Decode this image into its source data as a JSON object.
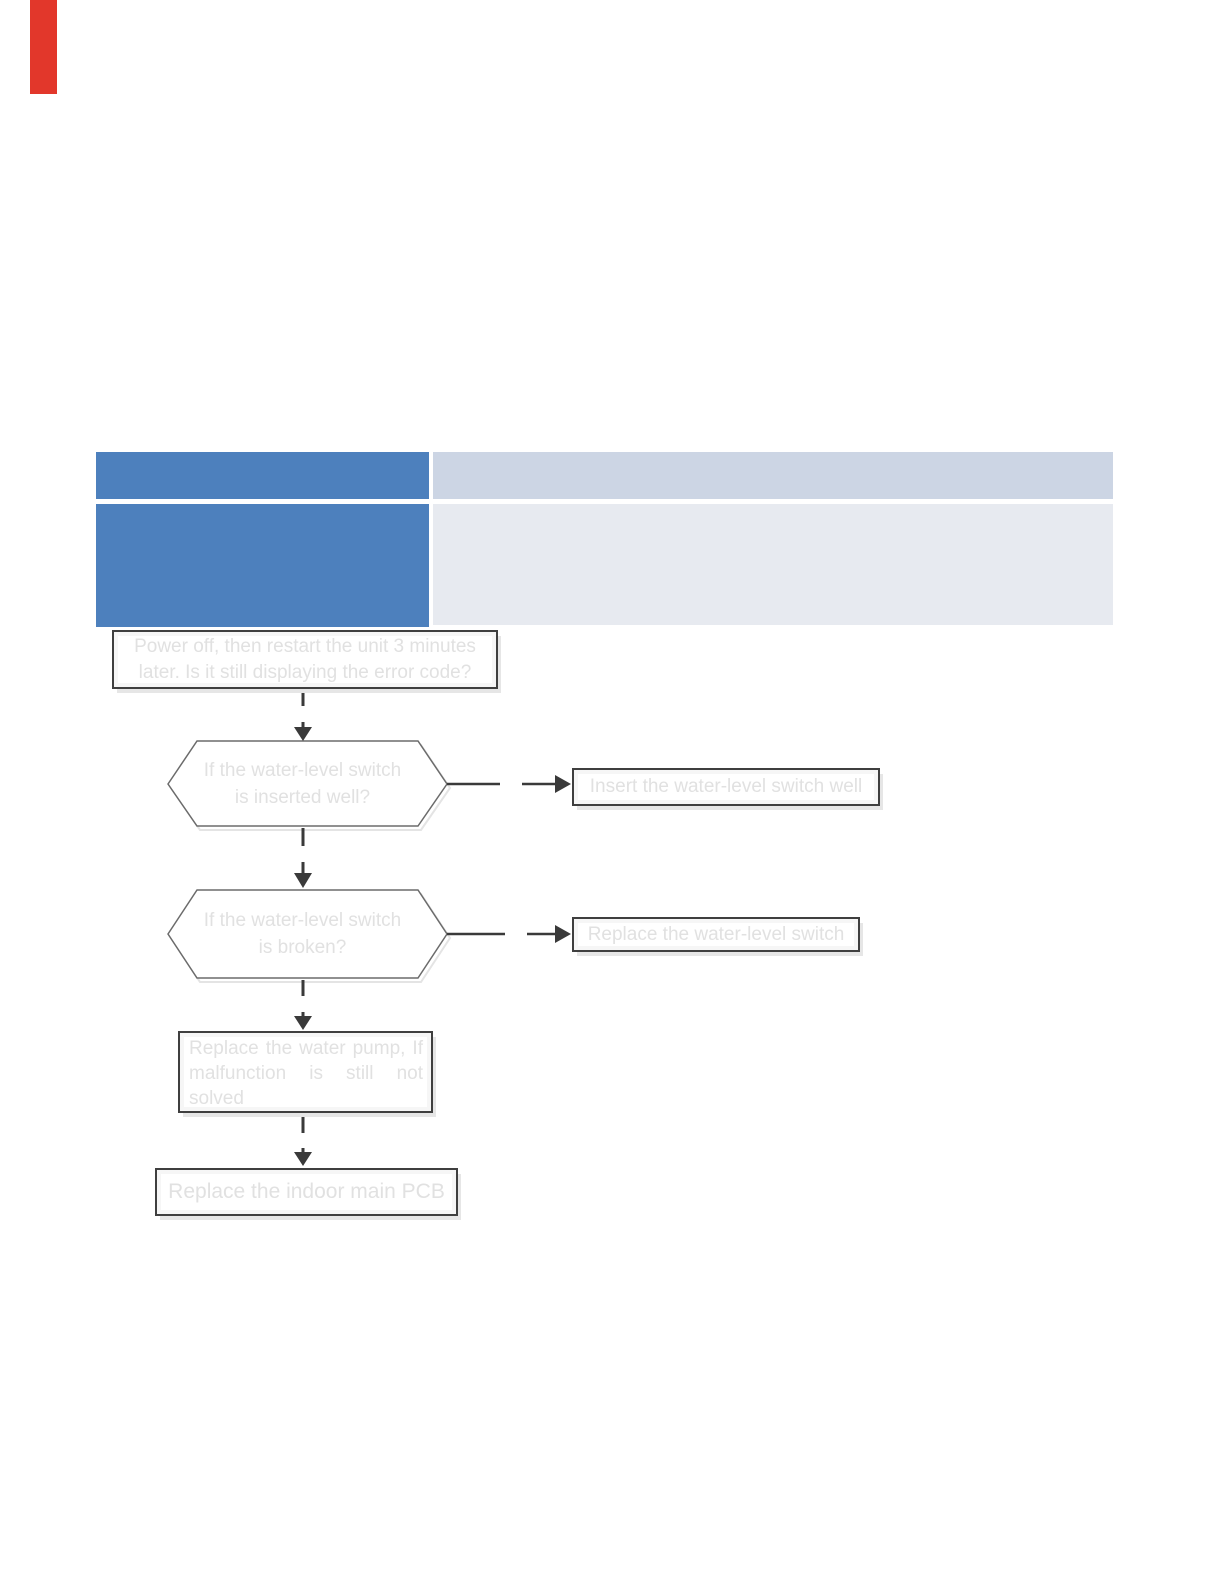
{
  "page": {
    "background_color": "#ffffff",
    "red_edge_mark_color": "#e2372b"
  },
  "table": {
    "header_column_color": "#4d80bd",
    "row1_value_color": "#ccd5e4",
    "row2_value_color": "#e7eaf0"
  },
  "flowchart": {
    "connector_color": "#3a3a3a",
    "box_border_color": "#3f3f3f",
    "hexagon_border_color": "#6b6b6b",
    "text_color": "#e1e1e1",
    "nodes": {
      "start_lines": [
        "Power off, then restart the unit 3 minutes",
        "later. Is it still displaying the error code?"
      ],
      "question1_lines": [
        "If the water-level switch",
        "is inserted well?"
      ],
      "answer1": "Insert the water-level switch well",
      "question2_lines": [
        "If the water-level switch",
        "is broken?"
      ],
      "answer2": "Replace the water-level switch",
      "step3_lines": [
        "Replace the water pump, If",
        "malfunction is still not",
        "solved"
      ],
      "end": "Replace the indoor main PCB"
    }
  }
}
